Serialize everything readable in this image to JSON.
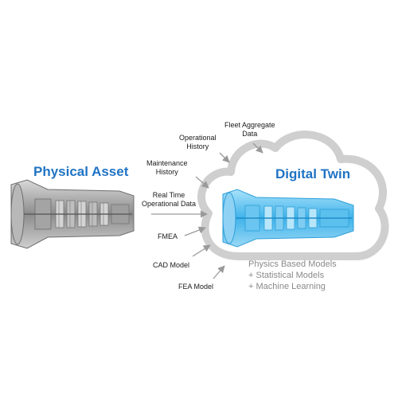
{
  "physical_asset": {
    "title": "Physical Asset",
    "icon": "jet-engine-icon"
  },
  "digital_twin": {
    "title": "Digital Twin",
    "icon": "jet-engine-twin-icon",
    "container_icon": "cloud-icon"
  },
  "data_sources": [
    {
      "id": "fleet-aggregate-data",
      "line1": "Fleet Aggregate",
      "line2": "Data"
    },
    {
      "id": "operational-history",
      "line1": "Operational",
      "line2": "History"
    },
    {
      "id": "maintenance-history",
      "line1": "Maintenance",
      "line2": "History"
    },
    {
      "id": "real-time-operational-data",
      "line1": "Real Time",
      "line2": "Operational Data"
    },
    {
      "id": "fmea",
      "line1": "FMEA",
      "line2": ""
    },
    {
      "id": "cad-model",
      "line1": "CAD Model",
      "line2": ""
    },
    {
      "id": "fea-model",
      "line1": "FEA Model",
      "line2": ""
    }
  ],
  "models": {
    "line1": "Physics Based Models",
    "line2": "+ Statistical Models",
    "line3": "+ Machine Learning"
  },
  "colors": {
    "title_blue": "#1f73c4",
    "cloud_stroke": "#cfcfcf",
    "arrow_gray": "#9a9a9a",
    "twin_blue": "#5cc0ee",
    "engine_gray": "#8c8c8c",
    "models_text": "#8a8a8a"
  }
}
